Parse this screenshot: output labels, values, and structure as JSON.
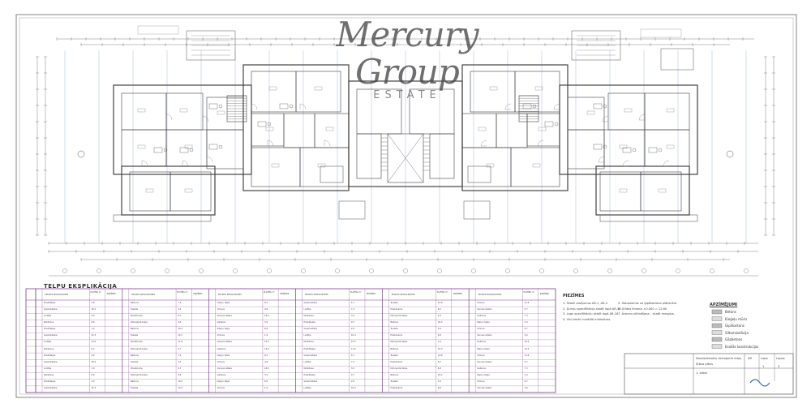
{
  "watermark": {
    "brand": "Mercury Group",
    "sub": "ESTATE"
  },
  "table": {
    "title": "TELPU EKSPLIKĀCIJA",
    "header_labels": [
      "TELPAS NOSAUKUMS",
      "PLATĪBA m²",
      "PIEZĪMES"
    ],
    "names": [
      "Priekštelpa",
      "Virtuve",
      "Dzīvojamā telpa",
      "Guļamistaba",
      "Vannas istaba",
      "Balkons",
      "Lodžija",
      "Gaitenis",
      "Tualete",
      "Noliktava",
      "Kāpņu telpa",
      "Priekšnams"
    ],
    "values": [
      "4.8",
      "12.5",
      "18.2",
      "11.6",
      "3.9",
      "5.7",
      "6.8",
      "7.3",
      "1.9",
      "3.4",
      "15.3",
      "9.7",
      "14.6",
      "2.6",
      "8.2",
      "10.4"
    ]
  },
  "notes": {
    "title": "PIEZĪMES",
    "lines": [
      "1. Skatīt rasējumus AR-1, AR-2.",
      "2. Durvju specifikāciju skatīt lapā AR-15.",
      "3. Logu specifikāciju skatīt lapā AR-16.",
      "4. Visi izmēri norādīti milimetros.",
      "5. Starpsienas no ģipškartona plāksnēm.",
      "6. Grīdas līmenis ±0.000 = 12.60",
      "7. Ārsienu siltināšana – skatīt mezglus."
    ]
  },
  "legend": {
    "title": "APZĪMĒJUMI",
    "items": [
      "Betons",
      "Ķieģeļu mūris",
      "Ģipškartons",
      "Siltumizolācija",
      "Gāzbetons",
      "Esošās konstrukcijas"
    ]
  },
  "title_block": {
    "lines": [
      "Daudzdzīvokļu dzīvojamā māja",
      "Stāva plāns",
      "1. stāvs",
      "AR",
      "Lapa",
      "Lapas",
      "1",
      "3"
    ]
  },
  "colors": {
    "line": "#5a5a5a",
    "accent": "#7a3f8a",
    "blue": "#4a70b8",
    "paper": "#ffffff"
  }
}
